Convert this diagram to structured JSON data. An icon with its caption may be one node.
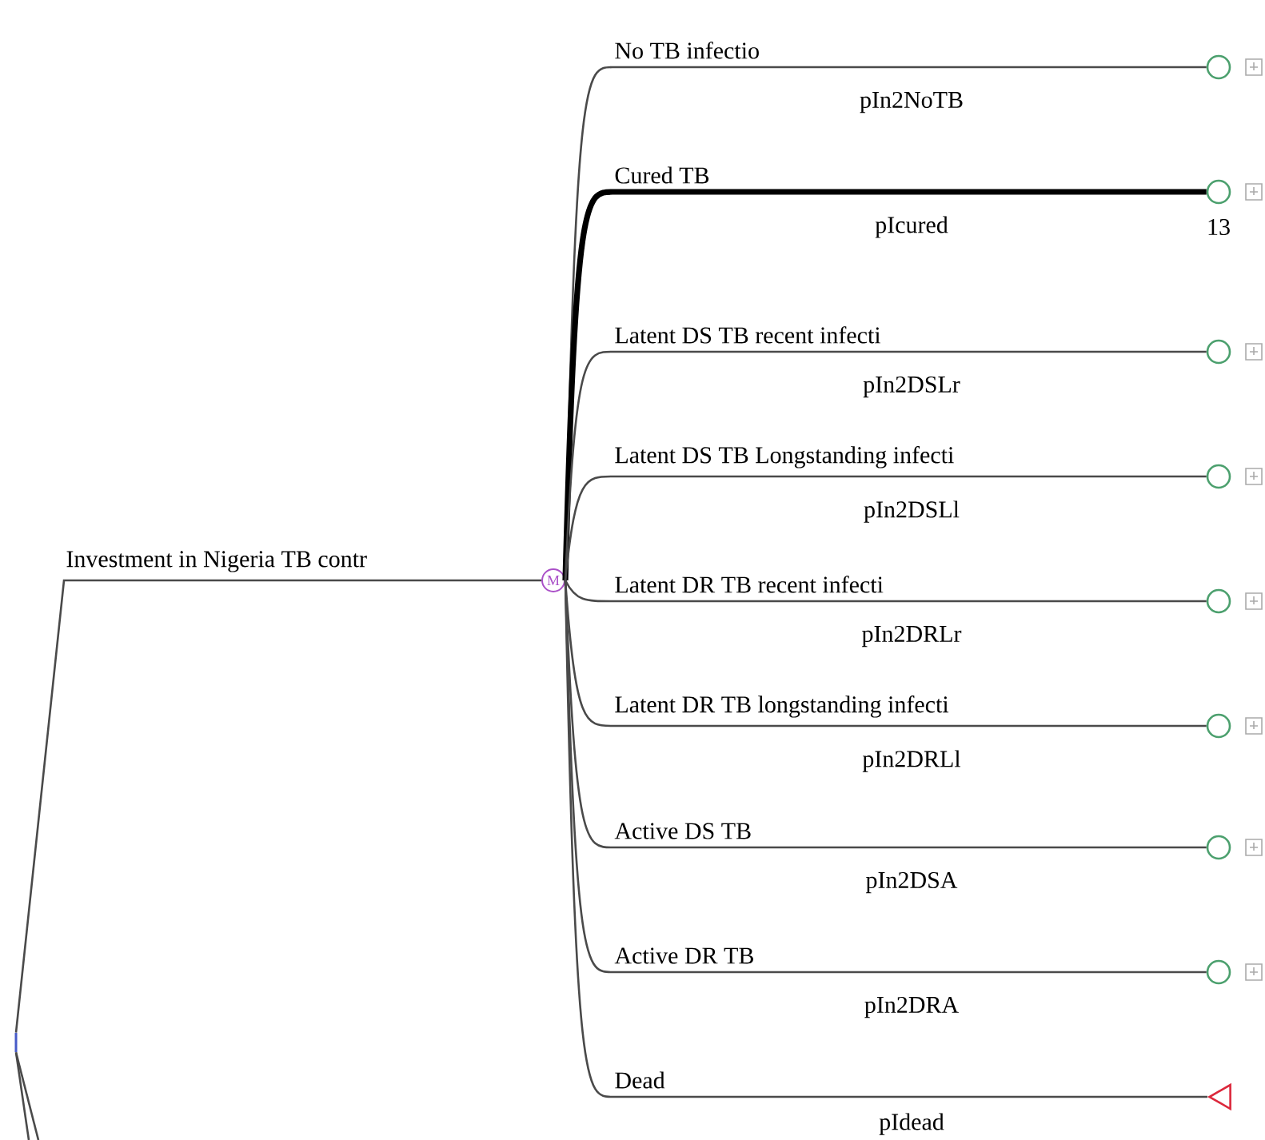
{
  "diagram": {
    "nodes": [
      {
        "text": [],
        "shape": "bar"
      },
      {
        "text": [
          "M"
        ]
      },
      {
        "text": [],
        "shape": "circle"
      },
      {
        "text": [],
        "shape": "circle",
        "beside": [
          "13"
        ]
      },
      {
        "text": [],
        "shape": "circle"
      },
      {
        "text": [],
        "shape": "circle"
      },
      {
        "text": [],
        "shape": "circle"
      },
      {
        "text": [],
        "shape": "circle"
      },
      {
        "text": [],
        "shape": "circle"
      },
      {
        "text": [],
        "shape": "circle"
      },
      {
        "text": [],
        "shape": "triangle"
      }
    ],
    "edges": [
      {
        "from": 0,
        "to": 1,
        "arrow": "none",
        "label": "Investment in Nigeria TB contr"
      },
      {
        "from": 1,
        "to": 2,
        "arrow": "none",
        "label": "No TB infectio"
      },
      {
        "from": 1,
        "to": 3,
        "arrow": "none",
        "label": "Cured TB",
        "style": "thick"
      },
      {
        "from": 1,
        "to": 4,
        "arrow": "none",
        "label": "Latent DS TB recent infecti"
      },
      {
        "from": 1,
        "to": 5,
        "arrow": "none",
        "label": "Latent DS TB Longstanding infecti"
      },
      {
        "from": 1,
        "to": 6,
        "arrow": "none",
        "label": "Latent DR TB recent infecti"
      },
      {
        "from": 1,
        "to": 7,
        "arrow": "none",
        "label": "Latent DR TB longstanding infecti"
      },
      {
        "from": 1,
        "to": 8,
        "arrow": "none",
        "label": "Active DS TB"
      },
      {
        "from": 1,
        "to": 9,
        "arrow": "none",
        "label": "Active DR TB"
      },
      {
        "from": 1,
        "to": 10,
        "arrow": "none",
        "label": "Dead"
      },
      {
        "from": 0,
        "to": null,
        "arrow": "none"
      },
      {
        "from": 0,
        "to": null,
        "arrow": "none"
      }
    ],
    "labels": [
      "pIn2NoTB",
      "pIcured",
      "pIn2DSLr",
      "pIn2DSLl",
      "pIn2DRLr",
      "pIn2DRLl",
      "pIn2DSA",
      "pIn2DRA",
      "pIdead"
    ]
  }
}
